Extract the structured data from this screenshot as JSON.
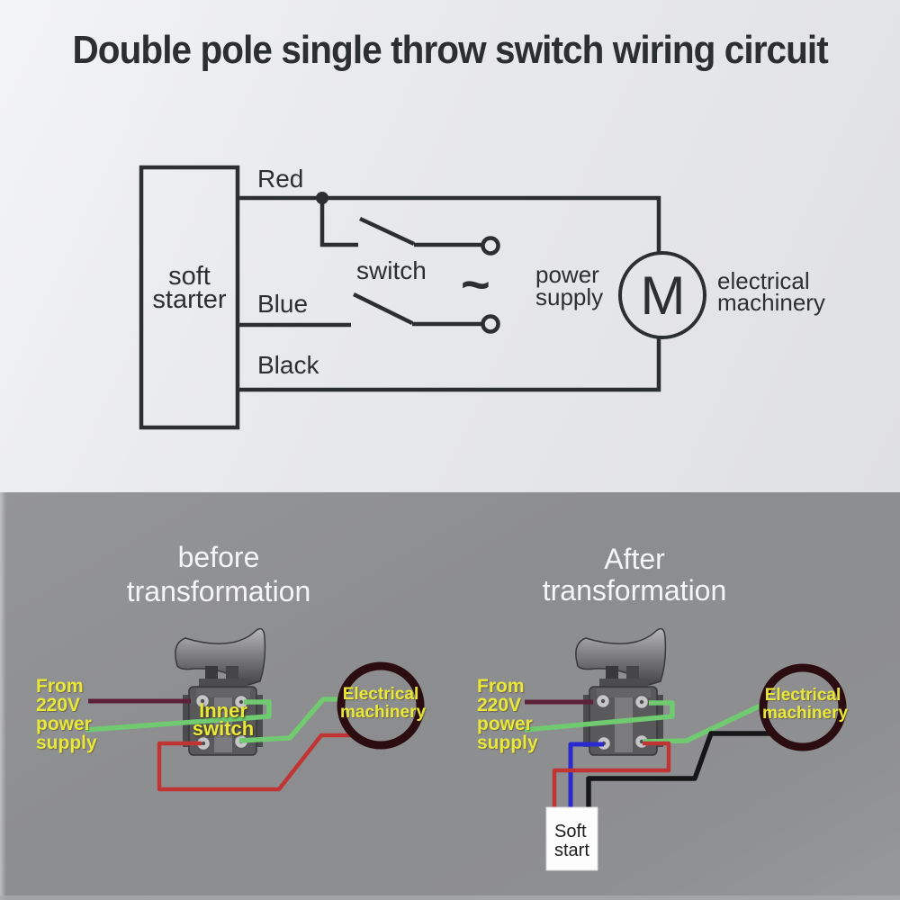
{
  "title": "Double pole single throw switch wiring circuit",
  "schematic": {
    "soft_starter": {
      "line1": "soft",
      "line2": "starter"
    },
    "red_label": "Red",
    "blue_label": "Blue",
    "black_label": "Black",
    "switch_label": "switch",
    "power_supply": {
      "line1": "power",
      "line2": "supply"
    },
    "ac_symbol": "~",
    "motor_letter": "M",
    "machinery": {
      "line1": "electrical",
      "line2": "machinery"
    }
  },
  "before_panel": {
    "heading": {
      "line1": "before",
      "line2": "transformation"
    },
    "supply": {
      "line1": "From",
      "line2": "220V",
      "line3": "power",
      "line4": "supply"
    },
    "inner_switch": {
      "line1": "Inner",
      "line2": "switch"
    },
    "machinery": {
      "line1": "Electrical",
      "line2": "machinery"
    }
  },
  "after_panel": {
    "heading": {
      "line1": "After",
      "line2": "transformation"
    },
    "supply": {
      "line1": "From",
      "line2": "220V",
      "line3": "power",
      "line4": "supply"
    },
    "machinery": {
      "line1": "Electrical",
      "line2": "machinery"
    },
    "soft_start": {
      "line1": "Soft",
      "line2": "start"
    }
  },
  "icons": {
    "motor": "motor-circle-icon",
    "ac": "ac-tilde-icon",
    "junction": "junction-dot-icon",
    "switch_contacts": "open-switch-contact-icon",
    "trigger_switch": "trigger-switch-photo"
  },
  "colors": {
    "ink": "#2c2f31",
    "wire-maroon": "#5c2136",
    "wire-green": "#6fca70",
    "wire-red": "#c13434",
    "wire-blue": "#2a28cf",
    "wire-black": "#161616",
    "circle-ring": "#2b0d11",
    "label-yellow": "#e8e838",
    "heading-white": "#f5f5f5",
    "bg-top": "#e8e9eb",
    "bg-bottom": "#8e8f91"
  }
}
